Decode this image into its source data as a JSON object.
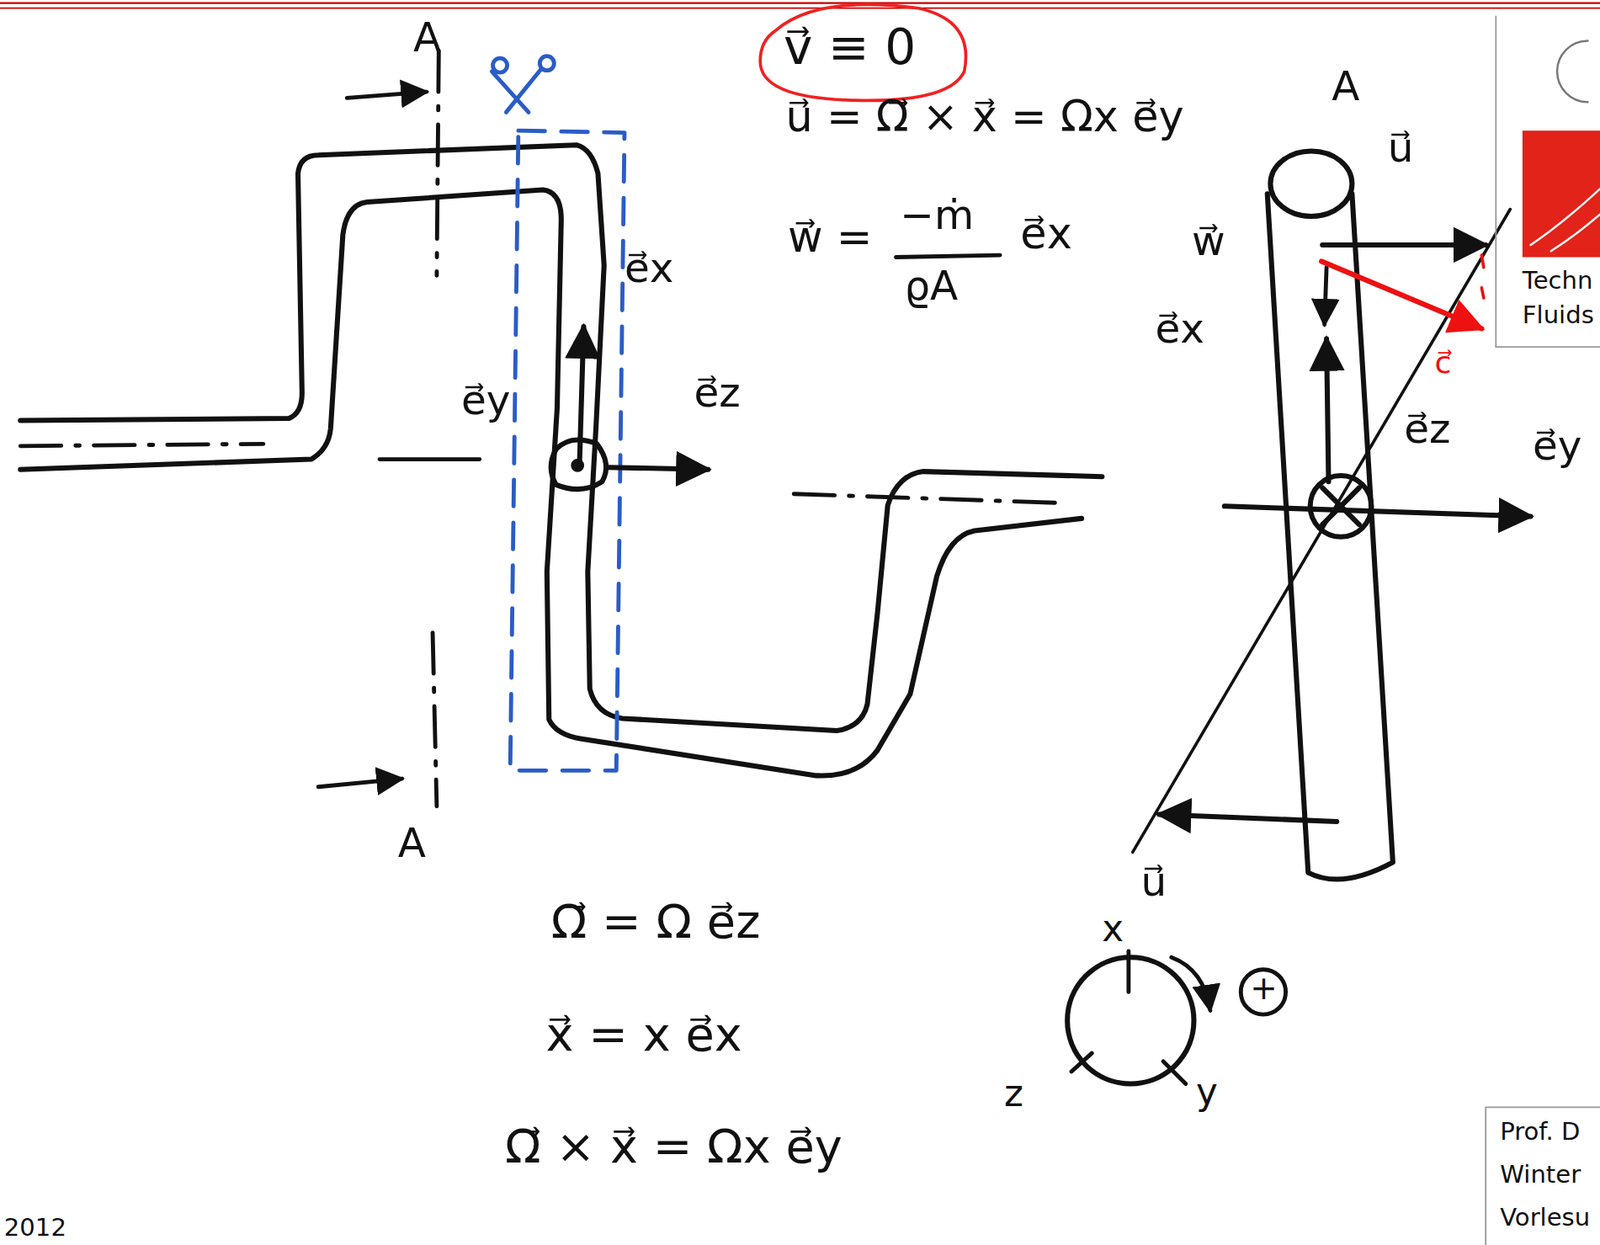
{
  "diagram": {
    "labels": [
      "A",
      "A",
      "v⃗ ≡ 0",
      "u⃗ = Ω⃗ × x⃗ = Ωx e⃗y",
      "w⃗ =",
      "−ṁ",
      "ϱA",
      "e⃗x",
      "e⃗x",
      "e⃗y",
      "e⃗z",
      "A",
      "u⃗",
      "w⃗",
      "e⃗x",
      "c⃗",
      "e⃗z",
      "e⃗y",
      "u⃗",
      "x",
      "y",
      "z",
      "+",
      "Ω⃗ = Ω e⃗z",
      "x⃗ = x e⃗x",
      "Ω⃗ × x⃗ = Ωx e⃗y",
      "2012",
      "Techn",
      "Fluids",
      "Prof. D",
      "Winter",
      "Vorlesu"
    ]
  }
}
